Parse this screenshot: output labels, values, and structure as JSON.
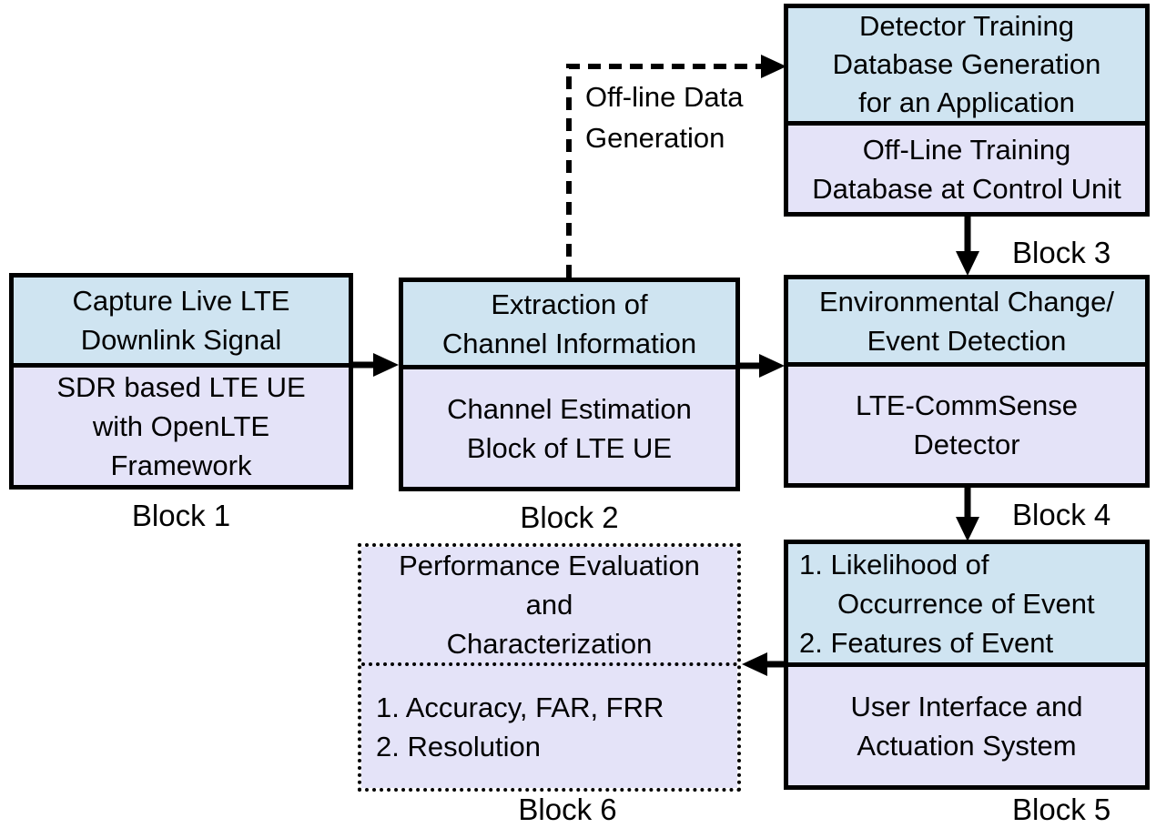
{
  "colors": {
    "box_top_fill": "#cfe4f1",
    "box_bottom_fill": "#e4e3f8",
    "border": "#000000",
    "background": "#ffffff"
  },
  "blocks": {
    "b1": {
      "top": "Capture Live LTE\nDownlink Signal",
      "bottom": "SDR based LTE UE\nwith OpenLTE\nFramework",
      "label": "Block 1"
    },
    "b2": {
      "top": "Extraction of\nChannel Information",
      "bottom": "Channel Estimation\nBlock of LTE UE",
      "label": "Block 2"
    },
    "b3": {
      "top": "Detector Training\nDatabase Generation\nfor an Application",
      "bottom": "Off-Line Training\nDatabase at Control Unit",
      "label": "Block 3"
    },
    "b4": {
      "top": "Environmental Change/\nEvent Detection",
      "bottom": "LTE-CommSense\nDetector",
      "label": "Block 4"
    },
    "b5": {
      "top_items": [
        "1. Likelihood of\nOccurrence of Event",
        "2. Features of Event"
      ],
      "bottom": "User Interface and\nActuation System",
      "label": "Block 5"
    },
    "b6": {
      "top": "Performance Evaluation\nand\nCharacterization",
      "bottom_items": [
        "1. Accuracy, FAR, FRR",
        "2. Resolution"
      ],
      "label": "Block 6"
    }
  },
  "annotations": {
    "offline_label": "Off-line Data\nGeneration"
  }
}
